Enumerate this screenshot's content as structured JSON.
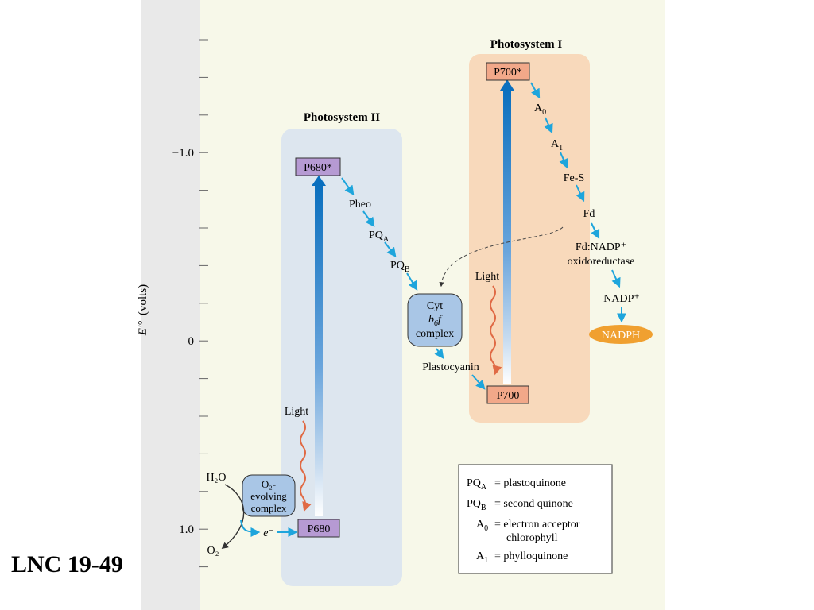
{
  "slide": {
    "label": "LNC 19-49"
  },
  "axis": {
    "label_symbol": "E′°",
    "label_unit": "(volts)",
    "ticks": [
      {
        "value": "−1.0"
      },
      {
        "value": "0"
      },
      {
        "value": "1.0"
      }
    ]
  },
  "photosystem2": {
    "title": "Photosystem II",
    "p680_star": "P680*",
    "p680": "P680",
    "light": "Light",
    "water": "H₂O",
    "oxygen": "O₂",
    "electron": "e⁻",
    "oec": [
      "O₂-",
      "evolving",
      "complex"
    ]
  },
  "photosystem1": {
    "title": "Photosystem I",
    "p700_star": "P700*",
    "p700": "P700",
    "light": "Light"
  },
  "chain": {
    "pheo": "Pheo",
    "pqa": "PQA",
    "pqb": "PQB",
    "cyt": [
      "Cyt",
      "b6f",
      "complex"
    ],
    "plastocyanin": "Plastocyanin",
    "a0": "A0",
    "a1": "A1",
    "fes": "Fe-S",
    "fd": "Fd",
    "fnr": [
      "Fd:NADP⁺",
      "oxidoreductase"
    ],
    "nadp": "NADP⁺",
    "nadph": "NADPH"
  },
  "legend": {
    "rows": [
      {
        "term": "PQA",
        "definition": "= plastoquinone"
      },
      {
        "term": "PQB",
        "definition": "= second quinone"
      },
      {
        "term": "A0",
        "definition": "= electron acceptor",
        "definition2": "chlorophyll"
      },
      {
        "term": "A1",
        "definition": "= phylloquinone"
      }
    ]
  },
  "colors": {
    "ps2_box": "#dde6ef",
    "ps1_box": "#f8d9bb",
    "purple_node": "#b69ad3",
    "orange_node": "#f2a889",
    "cyan_arrow": "#1ea5dc",
    "light_arrow": "#e06a45",
    "nadph_oval": "#f0a030",
    "blue_gradient_top": "#0a6fbe"
  }
}
